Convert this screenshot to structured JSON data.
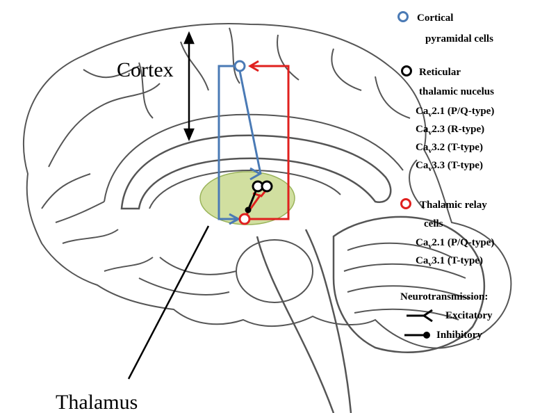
{
  "labels": {
    "cortex": "Cortex",
    "thalamus": "Thalamus"
  },
  "legend": {
    "cortical": {
      "line1": "Cortical",
      "line2": "pyramidal  cells",
      "color": "#4a7ab5"
    },
    "reticular": {
      "line1": "Reticular",
      "line2": "thalamic nucelus",
      "color": "#000000",
      "channels": [
        {
          "prefix": "Ca",
          "sub": "v",
          "name": "2.1 (P/Q-type)"
        },
        {
          "prefix": "Ca",
          "sub": "v",
          "name": "2.3 (R-type)"
        },
        {
          "prefix": "Ca",
          "sub": "v",
          "name": "3.2 (T-type)"
        },
        {
          "prefix": "Ca",
          "sub": "v",
          "name": "3.3 (T-type)"
        }
      ]
    },
    "relay": {
      "line1": "Thalamic relay",
      "line2": "cells",
      "color": "#e0201e",
      "channels": [
        {
          "prefix": "Ca",
          "sub": "v",
          "name": "2.1 (P/Q-type)"
        },
        {
          "prefix": "Ca",
          "sub": "v",
          "name": "3.1 (T-type)"
        }
      ]
    },
    "neuro": {
      "title": "Neurotransmission:",
      "excitatory": "Excitatory",
      "inhibitory": "Inhibitory"
    }
  },
  "colors": {
    "thalamus_fill": "#c9d98f",
    "brain_stroke": "#555555"
  }
}
